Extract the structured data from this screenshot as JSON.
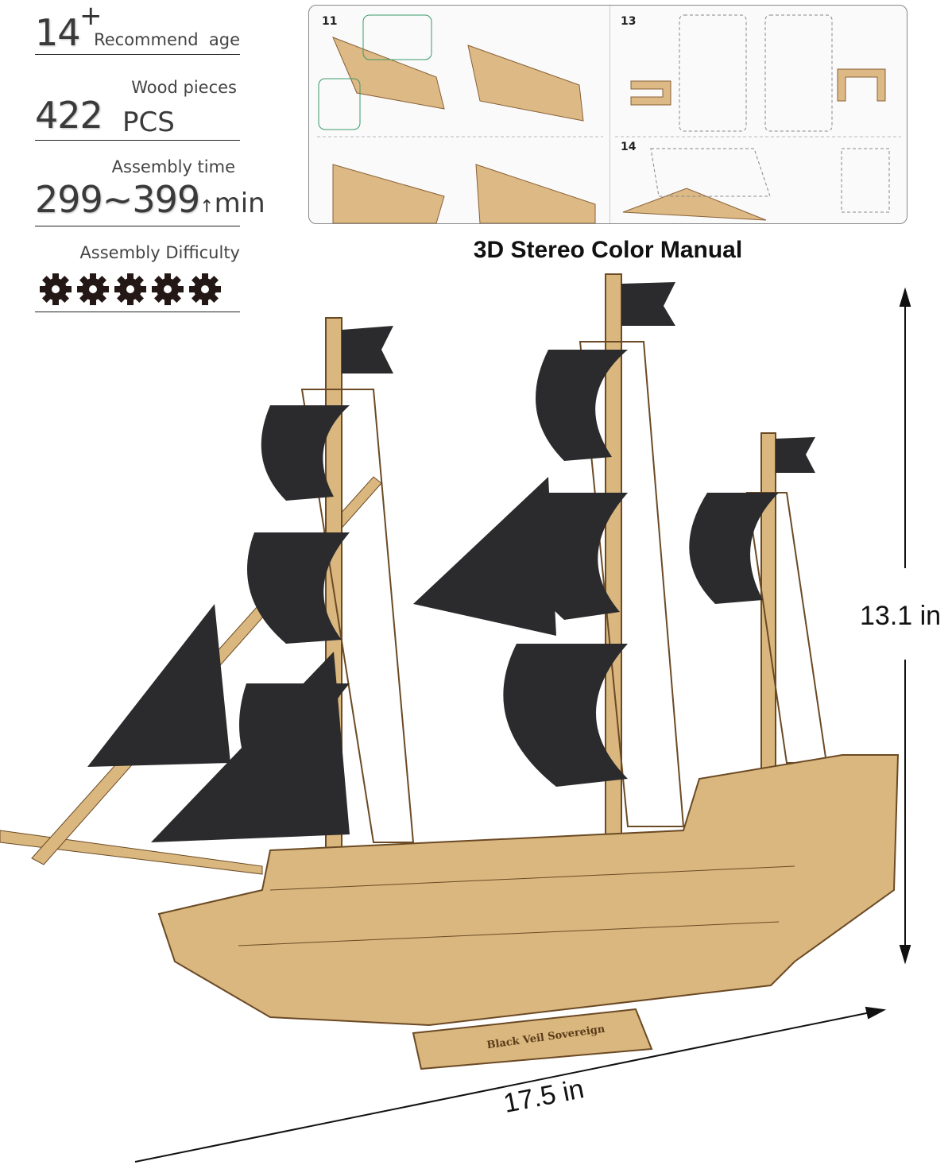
{
  "specs": {
    "age": {
      "value": "14",
      "sup": "+",
      "label": "Recommend  age"
    },
    "pieces": {
      "label": "Wood pieces",
      "value": "422",
      "unit": "PCS"
    },
    "time": {
      "label": "Assembly time",
      "value": "299~399",
      "arrow": "↑",
      "unit": "min"
    },
    "difficulty": {
      "label": "Assembly Difficulty",
      "level": 5,
      "max": 5,
      "icon": "gear-icon"
    }
  },
  "manual": {
    "steps": [
      "11",
      "13",
      "14"
    ],
    "caption": "3D Stereo Color Manual"
  },
  "product": {
    "nameplate": "Black Veil Sovereign",
    "height": "13.1 in",
    "length": "17.5 in"
  },
  "colors": {
    "wood": "#d9b77e",
    "sail": "#2b2b2d",
    "text": "#3a3a3a"
  }
}
